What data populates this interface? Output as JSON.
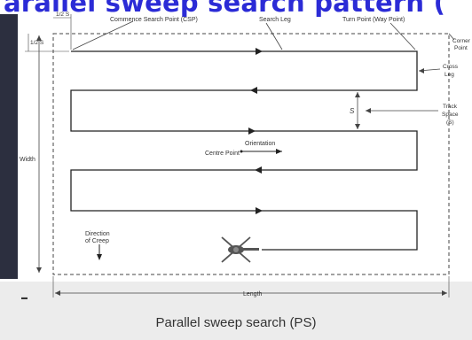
{
  "banner": {
    "text": "arallel sweep search pattern (",
    "color": "#2b2bd6"
  },
  "labels": {
    "csp": "Commence Search Point (CSP)",
    "search_leg": "Search Leg",
    "turn_point": "Turn Point (Way Point)",
    "corner_point_1": "Corner",
    "corner_point_2": "Point",
    "cross_leg_1": "Cross",
    "cross_leg_2": "Leg",
    "track_space_1": "Track",
    "track_space_2": "Space",
    "track_space_3": "(S)",
    "s": "S",
    "orientation": "Orientation",
    "centre_point": "Centre Point",
    "width": "Width",
    "direction_1": "Direction",
    "direction_2": "of Creep",
    "length": "Length",
    "half_s_top": "1/2 S",
    "half_s_left": "1/2 S",
    "scale_mark": "▬"
  },
  "caption": "Parallel sweep search (PS)",
  "colors": {
    "line": "#3a3a3a",
    "accent": "#2b2bd6",
    "left_bar": "#2c2f3f",
    "bottom": "#ececec"
  }
}
